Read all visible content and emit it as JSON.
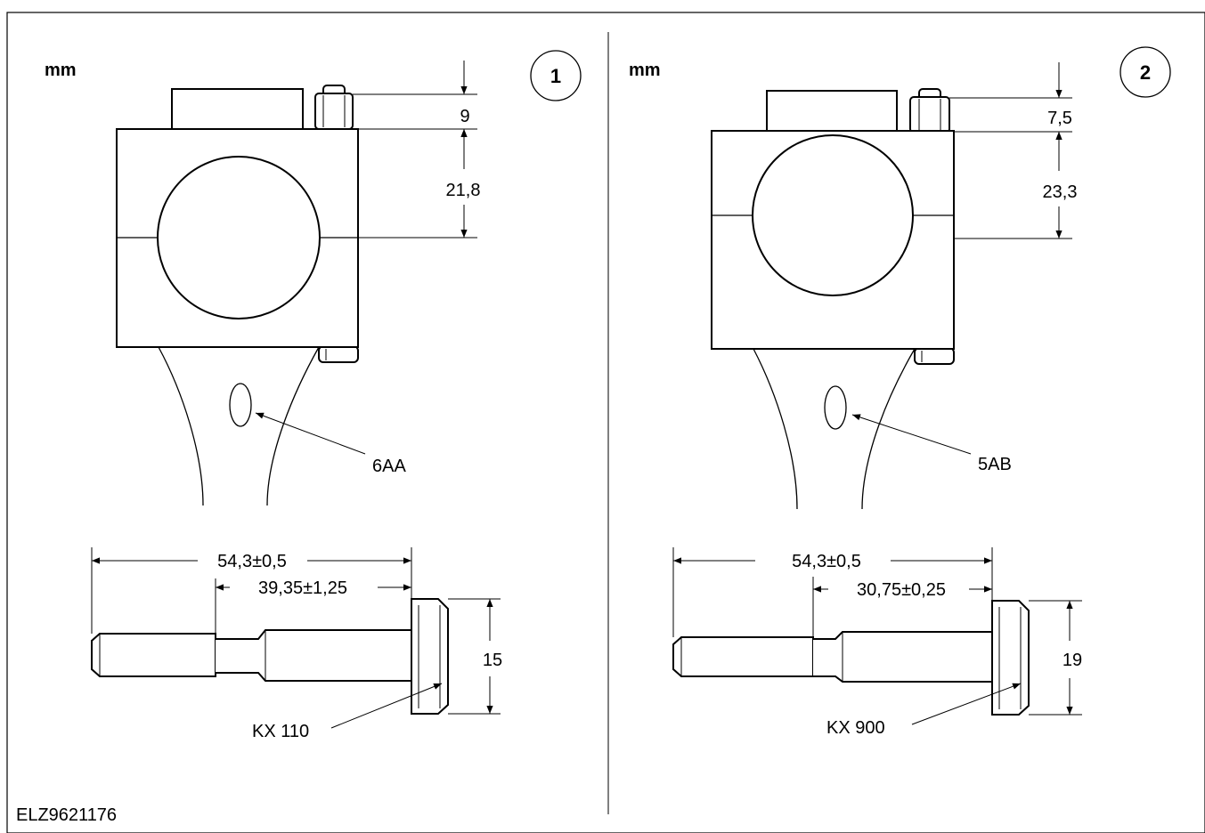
{
  "figure_code": "ELZ9621176",
  "panels": [
    {
      "number": "1",
      "unit": "mm",
      "dim_top": "9",
      "dim_center": "21,8",
      "rod_mark": "6AA",
      "overall_length": "54,3±0,5",
      "shank_length": "39,35±1,25",
      "head_height": "15",
      "bolt_label": "KX 110"
    },
    {
      "number": "2",
      "unit": "mm",
      "dim_top": "7,5",
      "dim_center": "23,3",
      "rod_mark": "5AB",
      "overall_length": "54,3±0,5",
      "shank_length": "30,75±0,25",
      "head_height": "19",
      "bolt_label": "KX 900"
    }
  ]
}
